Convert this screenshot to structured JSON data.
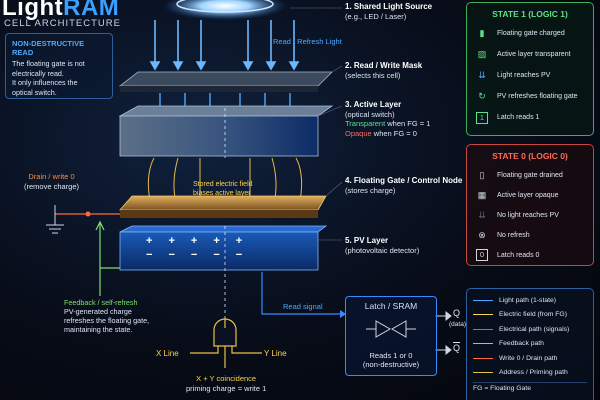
{
  "title": {
    "part1": "Light",
    "part2": "RAM"
  },
  "subtitle": "CELL ARCHITECTURE",
  "nondestructive": {
    "heading": "NON-DESTRUCTIVE READ",
    "line1": "The floating gate is not",
    "line2": "electrically read.",
    "line3": "It only influences the",
    "line4": "optical switch."
  },
  "read_refresh_label": "Read / Refresh Light",
  "layers": [
    {
      "title": "1. Shared Light Source",
      "line1": "(e.g., LED / Laser)"
    },
    {
      "title": "2. Read / Write Mask",
      "line1": "(selects this cell)"
    },
    {
      "title": "3. Active Layer",
      "line1": "(optical switch)",
      "line2": "Transparent",
      "line2b": " when FG = 1",
      "line3": "Opaque",
      "line3b": " when FG = 0"
    },
    {
      "title": "4. Floating Gate / Control Node",
      "line1": "(stores charge)"
    },
    {
      "title": "5. PV Layer",
      "line1": "(photovoltaic detector)"
    }
  ],
  "field_label": {
    "line1": "Stored electric field",
    "line2": "biases active layer"
  },
  "drain": {
    "title": "Drain / write 0",
    "sub": "(remove charge)"
  },
  "feedback": {
    "title": "Feedback / self-refresh",
    "line1": "PV-generated charge",
    "line2": "refreshes the floating gate,",
    "line3": "maintaining the state."
  },
  "read_signal": "Read signal",
  "latch": {
    "title": "Latch / SRAM",
    "line1": "Reads 1 or 0",
    "line2": "(non-destructive)",
    "q": "Q",
    "q_sub": "(data)",
    "qbar": "Q"
  },
  "x_line": "X Line",
  "y_line": "Y Line",
  "coincidence": {
    "line1": "X + Y coincidence",
    "line2": "priming charge = write 1"
  },
  "pv_charges": {
    "plus": "+",
    "minus": "−"
  },
  "state1": {
    "title": "STATE 1  (LOGIC 1)",
    "rows": [
      {
        "icon": "battery-full-icon",
        "glyph": "▮",
        "text": "Floating gate charged"
      },
      {
        "icon": "transparent-layer-icon",
        "glyph": "▨",
        "text": "Active layer transparent"
      },
      {
        "icon": "light-arrows-icon",
        "glyph": "⇊",
        "text": "Light reaches PV"
      },
      {
        "icon": "refresh-icon",
        "glyph": "↻",
        "text": "PV refreshes floating gate"
      },
      {
        "icon": "digit-one-icon",
        "glyph": "1",
        "text": "Latch reads 1"
      }
    ]
  },
  "state0": {
    "title": "STATE 0  (LOGIC 0)",
    "rows": [
      {
        "icon": "battery-empty-icon",
        "glyph": "▯",
        "text": "Floating gate drained"
      },
      {
        "icon": "opaque-layer-icon",
        "glyph": "▦",
        "text": "Active layer opaque"
      },
      {
        "icon": "no-light-icon",
        "glyph": "⇊",
        "text": "No light reaches PV"
      },
      {
        "icon": "no-refresh-icon",
        "glyph": "⊗",
        "text": "No refresh"
      },
      {
        "icon": "digit-zero-icon",
        "glyph": "0",
        "text": "Latch reads 0"
      }
    ]
  },
  "legend": {
    "rows": [
      {
        "color": "#4fa8ff",
        "text": "Light path (1-state)"
      },
      {
        "color": "#ffd34a",
        "text": "Electric field (from FG)"
      },
      {
        "color": "#3a8aff",
        "text": "Electrical path (signals)"
      },
      {
        "color": "#7ee06a",
        "text": "Feedback path"
      },
      {
        "color": "#ff6a3a",
        "text": "Write 0 / Drain path"
      },
      {
        "color": "#e8c04a",
        "text": "Address / Priming path"
      }
    ],
    "note": "FG = Floating Gate"
  }
}
